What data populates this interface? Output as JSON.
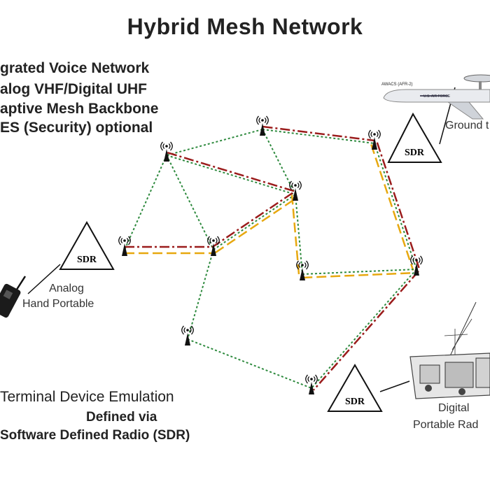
{
  "title": "Hybrid Mesh Network",
  "features": [
    "grated Voice Network",
    "alog VHF/Digital UHF",
    "aptive Mesh Backbone",
    "ES (Security) optional"
  ],
  "sdr_label": "SDR",
  "aircraft_label": "AWACS (AFR-2)",
  "aircraft_marking": "U.S. AIR FORCE",
  "ground_label": "Ground t",
  "analog_portable": [
    "Analog",
    "Hand Portable"
  ],
  "digital_portable": [
    "Digital",
    "Portable Rad"
  ],
  "bottom_caption": [
    "Terminal Device Emulation",
    "Defined via",
    "Software Defined Radio (SDR)"
  ],
  "colors": {
    "green": "#2e8a3e",
    "red": "#9b1c1c",
    "yellow": "#e7a80f",
    "ink": "#111111"
  },
  "links": [
    {
      "from": "n_top",
      "to": "n_tl",
      "style": "green"
    },
    {
      "from": "n_top",
      "to": "n_tr",
      "style": "green"
    },
    {
      "from": "n_top",
      "to": "n_tr",
      "style": "red"
    },
    {
      "from": "n_top",
      "to": "n_mid",
      "style": "green"
    },
    {
      "from": "n_tl",
      "to": "n_mid",
      "style": "green"
    },
    {
      "from": "n_tl",
      "to": "n_mid",
      "style": "red"
    },
    {
      "from": "n_tl",
      "to": "n_left",
      "style": "green"
    },
    {
      "from": "n_tl",
      "to": "n_cl",
      "style": "green"
    },
    {
      "from": "n_left",
      "to": "n_cl",
      "style": "red"
    },
    {
      "from": "n_left",
      "to": "n_cl",
      "style": "yellow"
    },
    {
      "from": "n_cl",
      "to": "n_mid",
      "style": "green"
    },
    {
      "from": "n_cl",
      "to": "n_mid",
      "style": "red"
    },
    {
      "from": "n_cl",
      "to": "n_mid",
      "style": "yellow"
    },
    {
      "from": "n_cl",
      "to": "n_low",
      "style": "green"
    },
    {
      "from": "n_mid",
      "to": "n_cr",
      "style": "yellow"
    },
    {
      "from": "n_mid",
      "to": "n_cr",
      "style": "green"
    },
    {
      "from": "n_tr",
      "to": "n_rr",
      "style": "green"
    },
    {
      "from": "n_tr",
      "to": "n_rr",
      "style": "red"
    },
    {
      "from": "n_tr",
      "to": "n_rr",
      "style": "yellow"
    },
    {
      "from": "n_cr",
      "to": "n_rr",
      "style": "green"
    },
    {
      "from": "n_cr",
      "to": "n_rr",
      "style": "yellow"
    },
    {
      "from": "n_rr",
      "to": "n_bot",
      "style": "green"
    },
    {
      "from": "n_rr",
      "to": "n_bot",
      "style": "red"
    },
    {
      "from": "n_low",
      "to": "n_bot",
      "style": "green"
    }
  ]
}
